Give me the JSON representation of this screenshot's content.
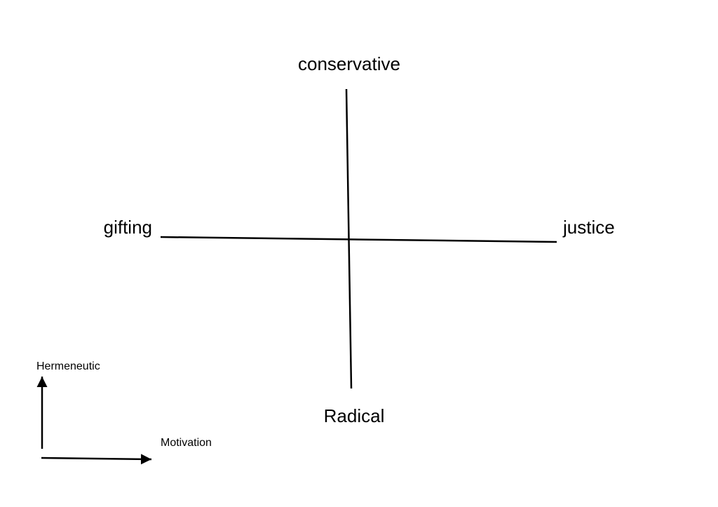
{
  "axes": {
    "top": "conservative",
    "bottom": "Radical",
    "left": "gifting",
    "right": "justice"
  },
  "legend": {
    "vertical_label": "Hermeneutic",
    "horizontal_label": "Motivation"
  }
}
